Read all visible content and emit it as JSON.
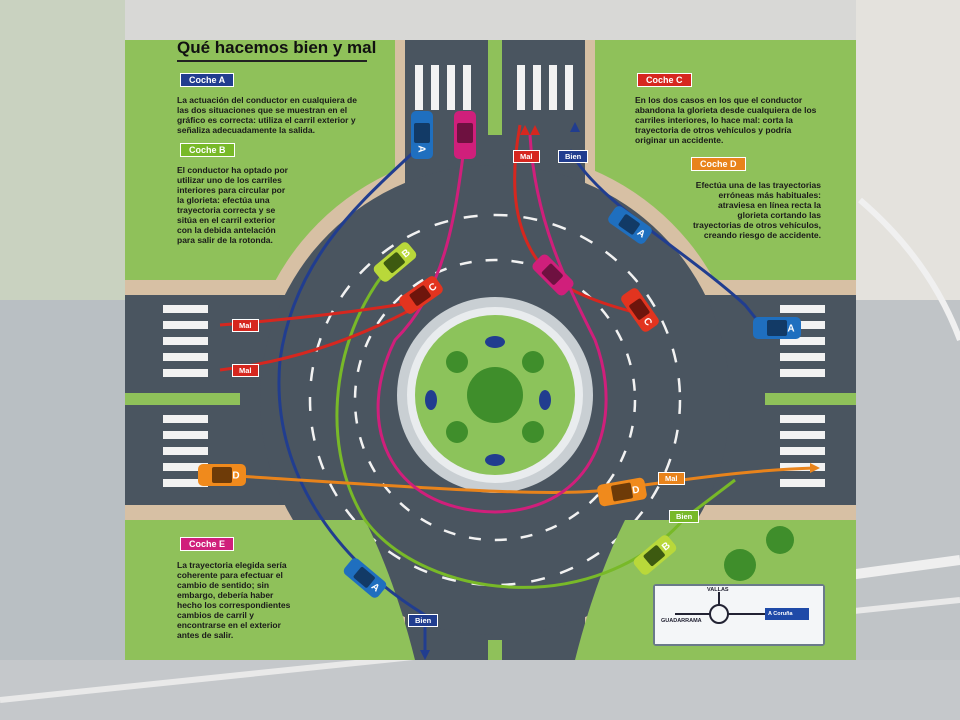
{
  "title": "Qué hacemos bien y mal",
  "coche_a": {
    "tag": "Coche A",
    "text": "La actuación del conductor en cualquiera de las dos situaciones que se muestran en el gráfico es correcta: utiliza el carril exterior y señaliza adecuadamente la salida."
  },
  "coche_b": {
    "tag": "Coche B",
    "text": "El conductor ha optado por utilizar uno de los carriles interiores para circular por la glorieta: efectúa una trayectoria correcta y se sitúa en el carril exterior con la debida antelación para salir de la rotonda."
  },
  "coche_c": {
    "tag": "Coche C",
    "text": "En los dos casos en los que el conductor abandona la glorieta desde cualquiera de los carriles interiores, lo hace mal: corta la trayectoria de otros vehículos y podría originar un accidente."
  },
  "coche_d": {
    "tag": "Coche D",
    "text": "Efectúa una de las trayectorias erróneas más habituales: atraviesa en línea recta la glorieta cortando las trayectorias de otros vehículos, creando riesgo de accidente."
  },
  "coche_e": {
    "tag": "Coche E",
    "text": "La trayectoria elegida sería coherente para efectuar el cambio de sentido; sin embargo, debería haber hecho los correspondientes cambios de carril y encontrarse en el exterior antes de salir."
  },
  "route_labels": {
    "mal": "Mal",
    "bien": "Bien"
  },
  "car_letters": {
    "a": "A",
    "b": "B",
    "c": "C",
    "d": "D"
  },
  "sign": {
    "top": "VALLAS",
    "left": "GUADARRAMA",
    "right_badge": "A Coruña"
  },
  "colors": {
    "coche_a": "#213d8f",
    "coche_b": "#78b928",
    "coche_c": "#d6271f",
    "coche_d": "#e8831b",
    "coche_e": "#d01f7b",
    "grass": "#8fc15a",
    "road": "#4a5560"
  }
}
